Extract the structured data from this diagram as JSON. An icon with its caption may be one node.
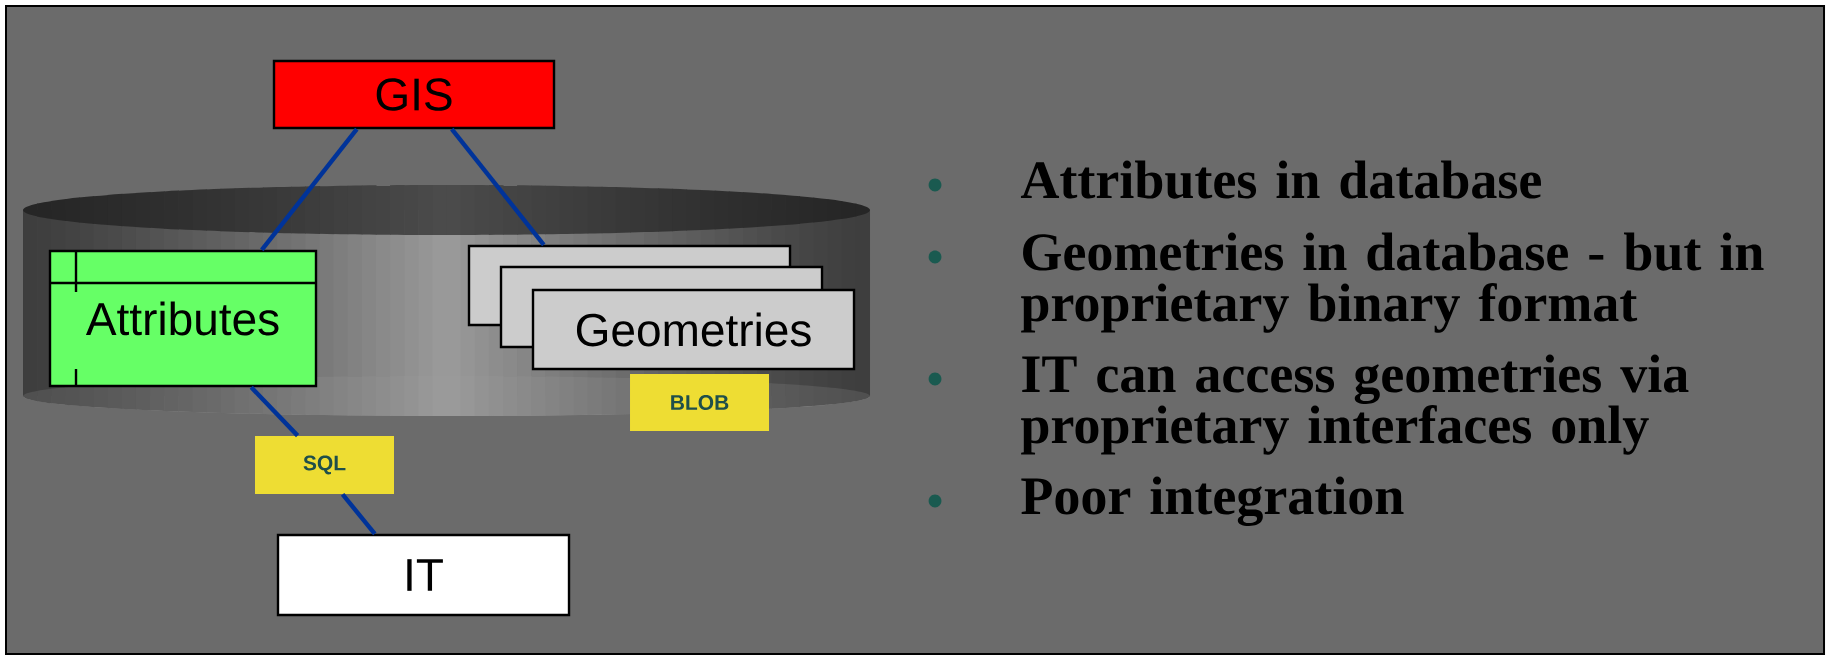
{
  "diagram": {
    "nodes": [
      {
        "text": [
          "GIS"
        ]
      },
      {
        "text": [],
        "shape": "cylinder"
      },
      {
        "text": [
          "Attributes"
        ],
        "in": 1
      },
      {
        "text": [
          "Geometries"
        ],
        "in": 1
      },
      {
        "text": [
          "BLOB"
        ]
      },
      {
        "text": [
          "SQL"
        ]
      },
      {
        "text": [
          "IT"
        ]
      }
    ],
    "edges": [
      {
        "from": 0,
        "to": 2,
        "arrow": "none"
      },
      {
        "from": 0,
        "to": 3,
        "arrow": "none"
      },
      {
        "from": 2,
        "to": 5,
        "arrow": "none"
      },
      {
        "from": 5,
        "to": 6,
        "arrow": "none"
      }
    ],
    "labels": [
      "Attributes in database",
      "Geometries in database - but in proprietary binary format",
      "IT can access geometries via proprietary interfaces only",
      "Poor integration"
    ]
  }
}
